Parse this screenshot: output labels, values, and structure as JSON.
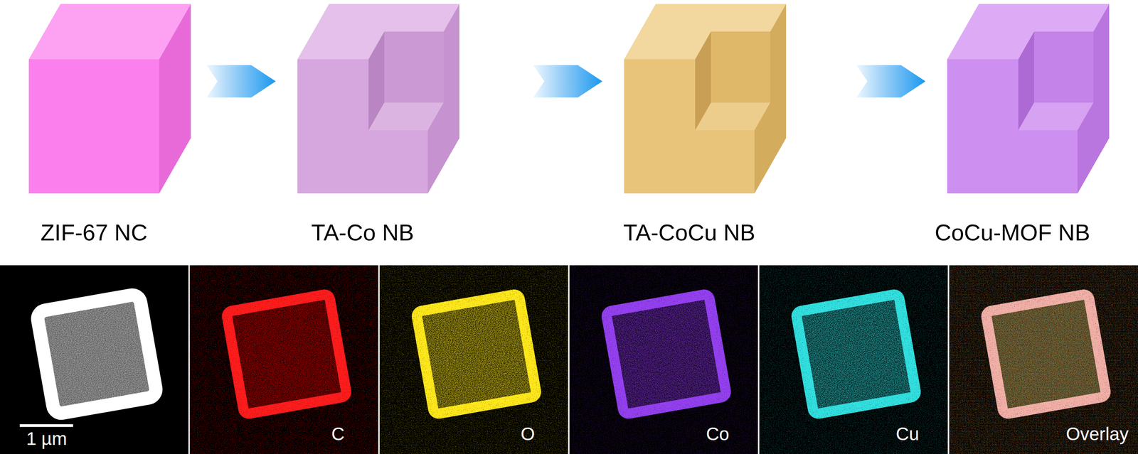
{
  "diagram": {
    "nodes": [
      {
        "text": [
          "ZIF-67 NC"
        ]
      },
      {
        "text": [
          "TA-Co NB"
        ]
      },
      {
        "text": [
          "TA-CoCu NB"
        ]
      },
      {
        "text": [
          "CoCu-MOF NB"
        ]
      },
      {
        "text": [
          "1 µm"
        ]
      },
      {
        "text": [
          "C"
        ]
      },
      {
        "text": [
          "O"
        ]
      },
      {
        "text": [
          "Co"
        ]
      },
      {
        "text": [
          "Cu"
        ]
      },
      {
        "text": [
          "Overlay"
        ]
      }
    ],
    "edges": [
      {
        "from": 0,
        "to": 1,
        "arrow": "to"
      },
      {
        "from": 1,
        "to": 2,
        "arrow": "to"
      },
      {
        "from": 2,
        "to": 3,
        "arrow": "to"
      }
    ]
  }
}
